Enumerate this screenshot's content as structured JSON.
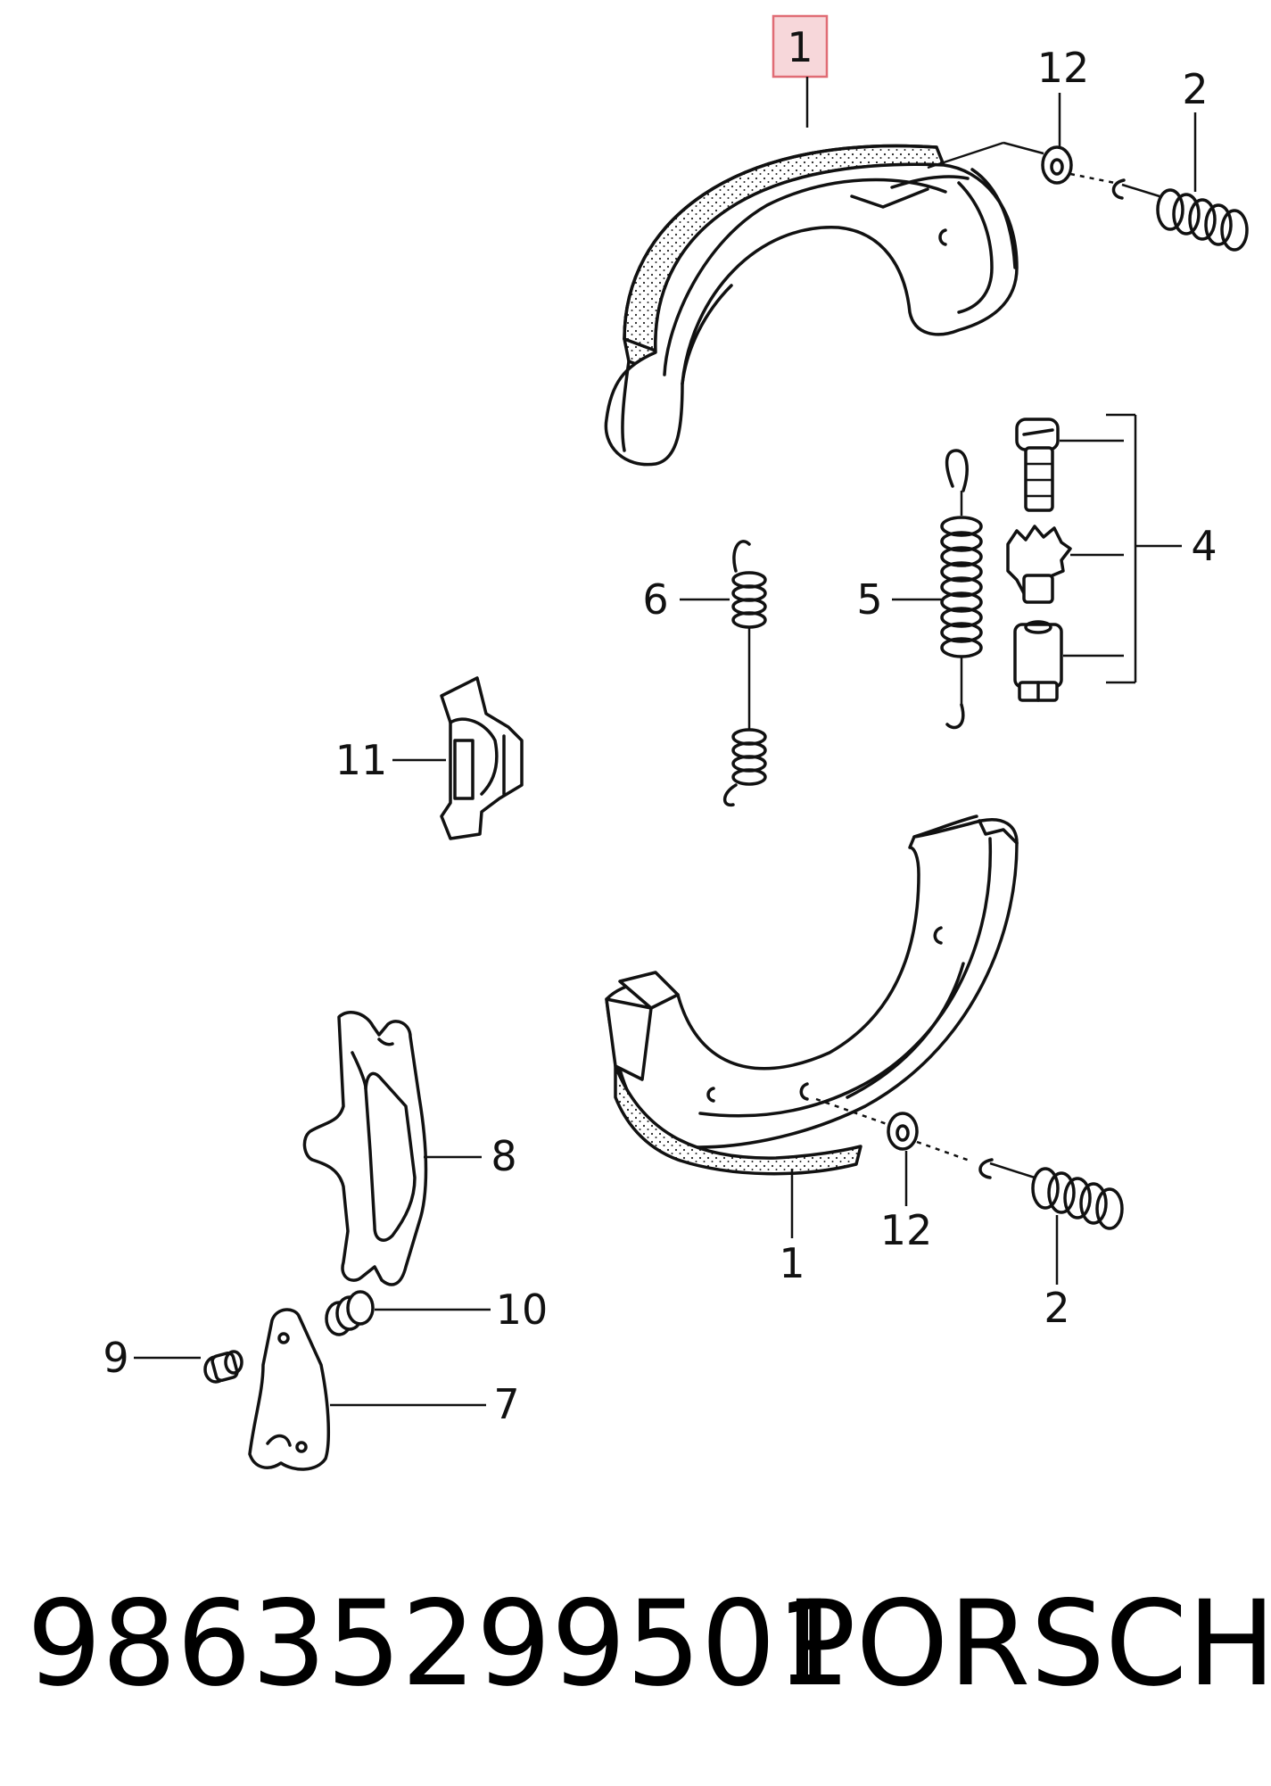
{
  "callouts": {
    "c1_top": "1",
    "c12_top": "12",
    "c2_top": "2",
    "c4": "4",
    "c5": "5",
    "c6": "6",
    "c11": "11",
    "c8": "8",
    "c10": "10",
    "c9": "9",
    "c7": "7",
    "c1_bottom": "1",
    "c12_bottom": "12",
    "c2_bottom": "2"
  },
  "footer": {
    "part_number": "98635299501",
    "brand": "PORSCHE"
  },
  "colors": {
    "highlight_fill": "#f7d7da",
    "highlight_border": "#e06c75",
    "line": "#111111"
  }
}
